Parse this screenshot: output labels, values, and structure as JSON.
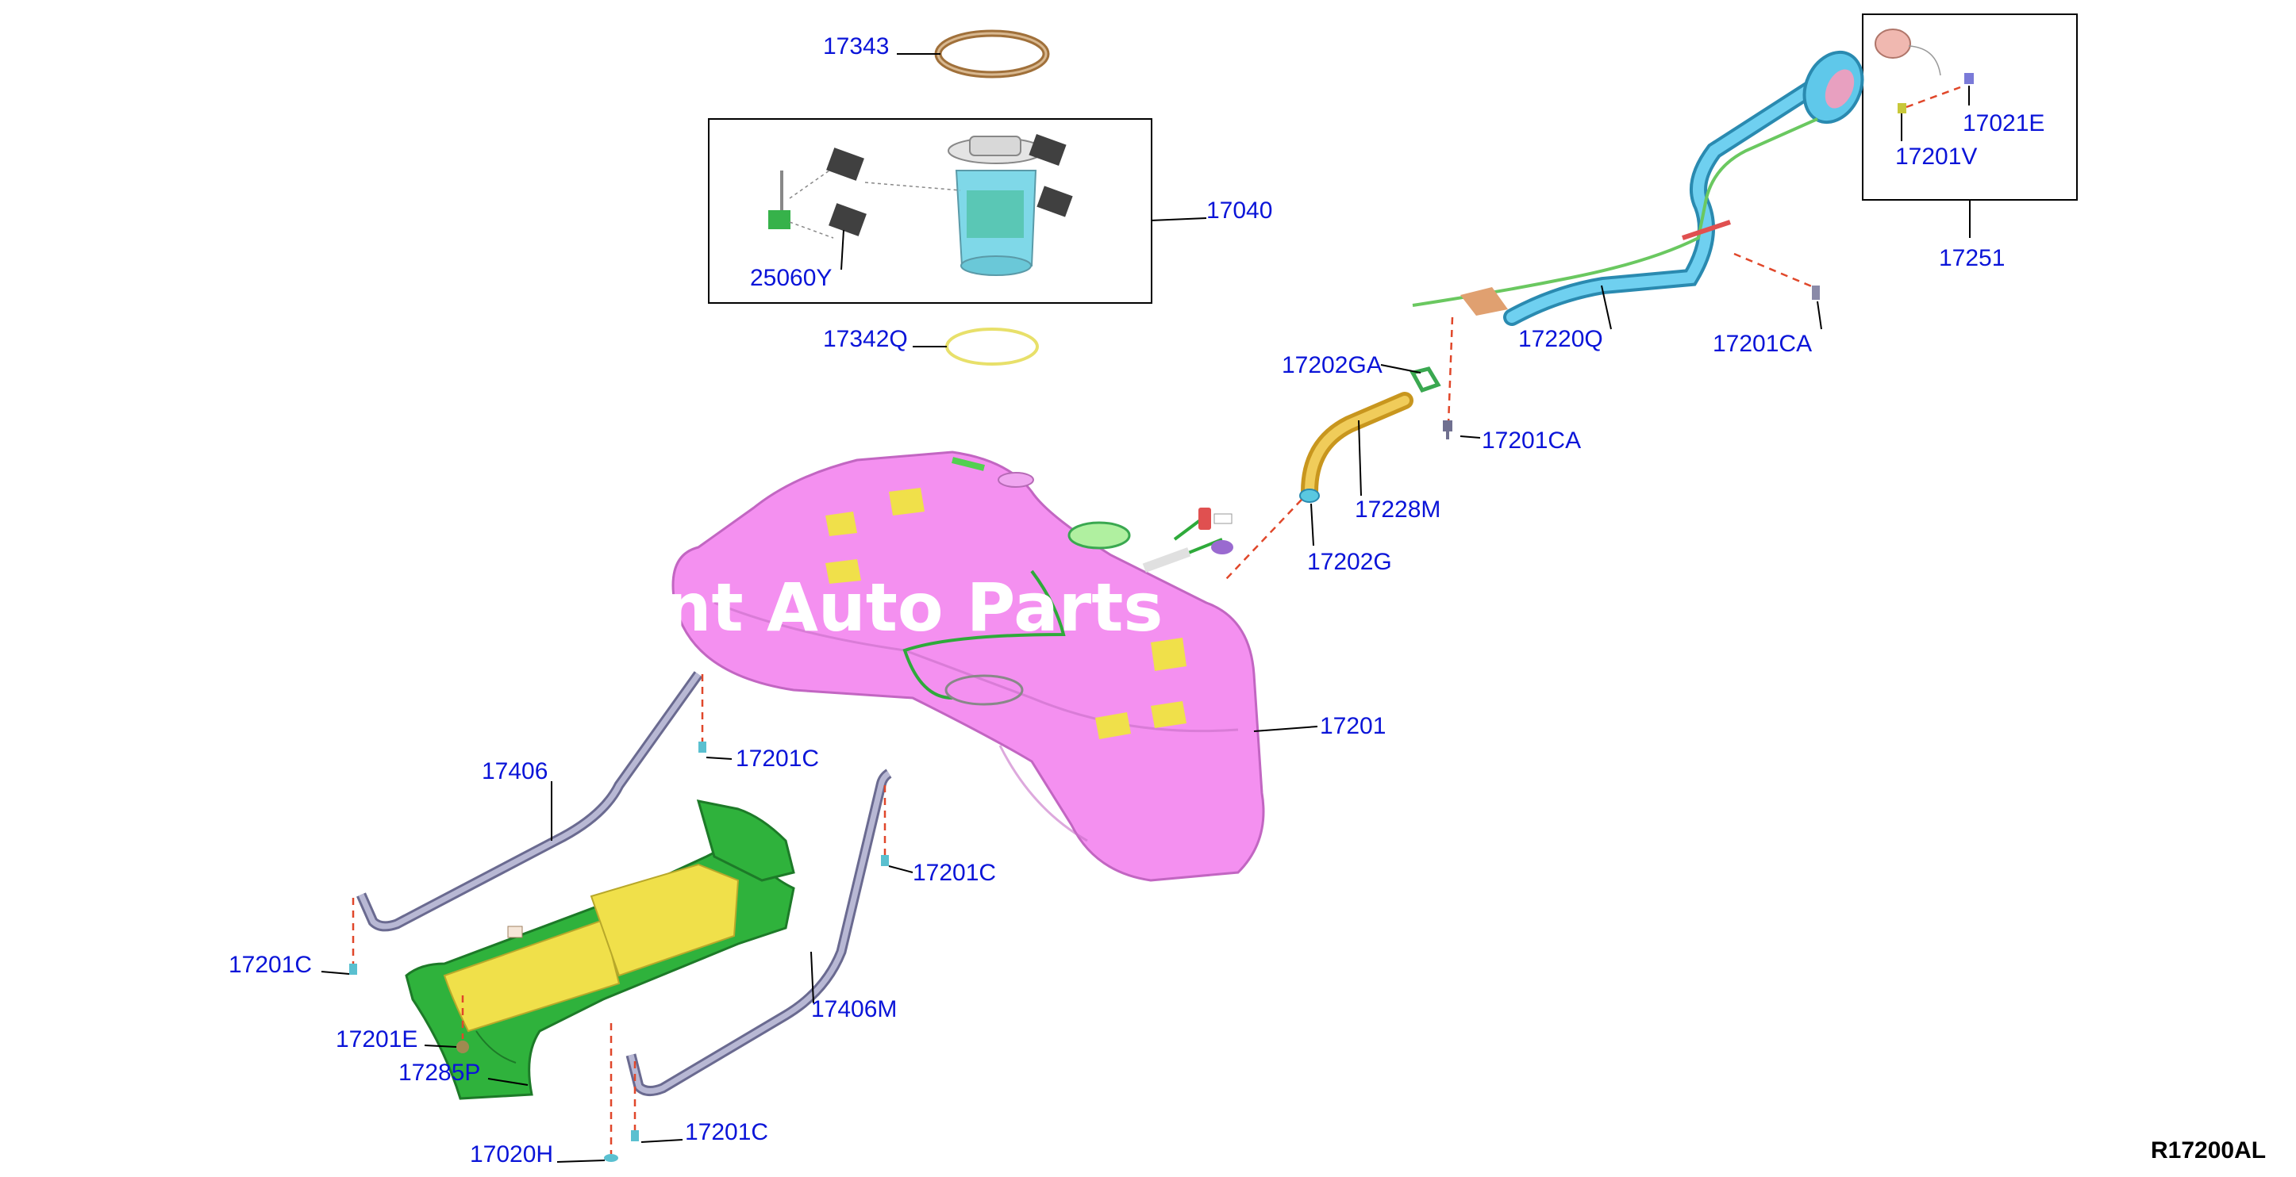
{
  "watermark": "ant Auto Parts",
  "diagram_ref": "R17200AL",
  "colors": {
    "callout": "#0a14d8",
    "tank": "#f08cf0",
    "strap": "#9a9ab8",
    "shield_green": "#36b24a",
    "shield_yellow": "#f0e24a",
    "filler_pipe": "#3cb7e0",
    "hose": "#e0b43a",
    "dashed_guide": "#e0472a"
  },
  "callouts": [
    {
      "id": "17343",
      "label": "17343"
    },
    {
      "id": "17040",
      "label": "17040"
    },
    {
      "id": "25060Y",
      "label": "25060Y"
    },
    {
      "id": "17342Q",
      "label": "17342Q"
    },
    {
      "id": "17202GA",
      "label": "17202GA"
    },
    {
      "id": "17201CA-a",
      "label": "17201CA"
    },
    {
      "id": "17228M",
      "label": "17228M"
    },
    {
      "id": "17202G",
      "label": "17202G"
    },
    {
      "id": "17220Q",
      "label": "17220Q"
    },
    {
      "id": "17201CA-b",
      "label": "17201CA"
    },
    {
      "id": "17021E",
      "label": "17021E"
    },
    {
      "id": "17201V",
      "label": "17201V"
    },
    {
      "id": "17251",
      "label": "17251"
    },
    {
      "id": "17201",
      "label": "17201"
    },
    {
      "id": "17406",
      "label": "17406"
    },
    {
      "id": "17201C-a",
      "label": "17201C"
    },
    {
      "id": "17201C-b",
      "label": "17201C"
    },
    {
      "id": "17201C-c",
      "label": "17201C"
    },
    {
      "id": "17406M",
      "label": "17406M"
    },
    {
      "id": "17201E",
      "label": "17201E"
    },
    {
      "id": "17285P",
      "label": "17285P"
    },
    {
      "id": "17201C-d",
      "label": "17201C"
    },
    {
      "id": "17020H",
      "label": "17020H"
    }
  ]
}
